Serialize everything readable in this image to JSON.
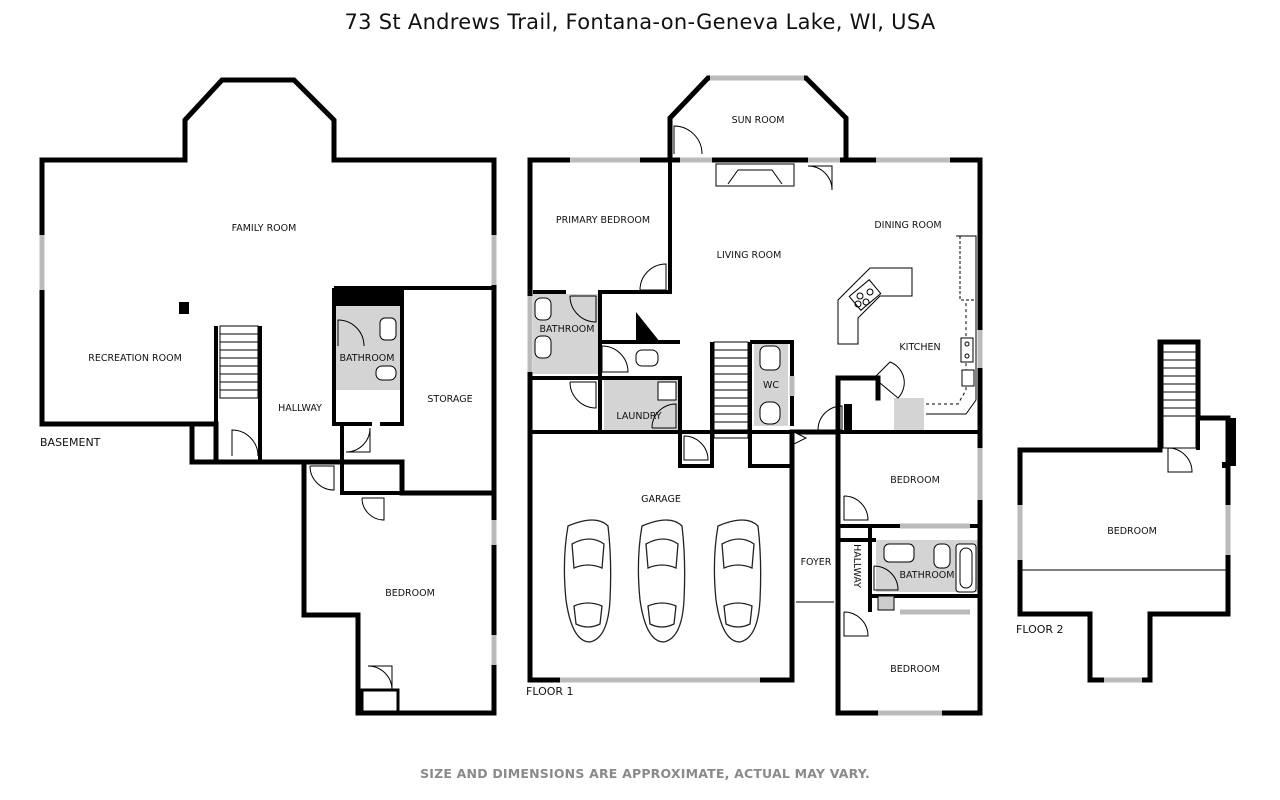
{
  "title": "73 St Andrews Trail, Fontana-on-Geneva Lake, WI, USA",
  "disclaimer": "SIZE AND DIMENSIONS ARE APPROXIMATE, ACTUAL MAY VARY.",
  "floors": {
    "basement": "BASEMENT",
    "floor1": "FLOOR 1",
    "floor2": "FLOOR 2"
  },
  "rooms": {
    "family_room": "FAMILY ROOM",
    "recreation_room": "RECREATION ROOM",
    "basement_bathroom": "BATHROOM",
    "basement_hallway": "HALLWAY",
    "storage": "STORAGE",
    "basement_bedroom": "BEDROOM",
    "sun_room": "SUN ROOM",
    "primary_bedroom": "PRIMARY BEDROOM",
    "living_room": "LIVING ROOM",
    "dining_room": "DINING ROOM",
    "kitchen": "KITCHEN",
    "primary_bathroom": "BATHROOM",
    "laundry": "LAUNDRY",
    "wc": "WC",
    "garage": "GARAGE",
    "foyer": "FOYER",
    "floor1_hallway": "HALLWAY",
    "floor1_bedroom_1": "BEDROOM",
    "floor1_bathroom": "BATHROOM",
    "floor1_bedroom_2": "BEDROOM",
    "floor2_bedroom": "BEDROOM"
  }
}
